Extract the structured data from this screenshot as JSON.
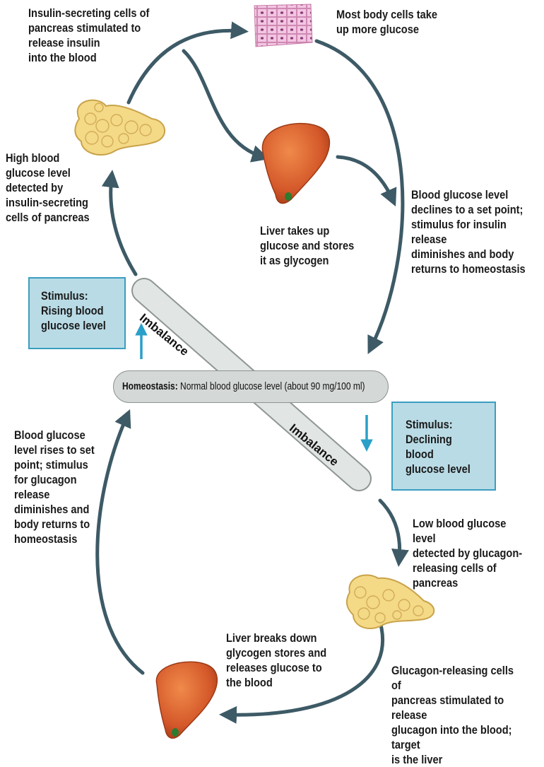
{
  "labels": {
    "insulin_secreting": "Insulin-secreting cells of\npancreas stimulated to\nrelease insulin\ninto the blood",
    "body_cells": "Most body cells take\nup more glucose",
    "high_detected": "High blood\nglucose level\ndetected by\ninsulin-secreting\ncells of pancreas",
    "liver_takes_up": "Liver takes up\nglucose and stores\nit as glycogen",
    "declines_set_point": "Blood glucose level\ndeclines to a set point;\nstimulus for insulin release\ndiminishes and body\nreturns to homeostasis",
    "rises_set_point": "Blood glucose\nlevel rises to set\npoint; stimulus\nfor glucagon\nrelease\ndiminishes and\nbody returns to\nhomeostasis",
    "low_detected": "Low blood glucose level\ndetected by glucagon-\nreleasing cells of pancreas",
    "liver_breaks_down": "Liver breaks down\nglycogen stores and\nreleases glucose to\nthe blood",
    "glucagon_releasing": "Glucagon-releasing cells of\npancreas stimulated to release\nglucagon into the blood; target\nis the liver"
  },
  "stimulus_rising": "Stimulus:\nRising blood\nglucose level",
  "stimulus_declining": "Stimulus:\nDeclining blood\nglucose level",
  "homeostasis": {
    "bold": "Homeostasis:",
    "text": " Normal blood glucose level (about 90 mg/100 ml)"
  },
  "imbalance_upper": "Imbalance",
  "imbalance_lower": "Imbalance",
  "colors": {
    "arrow": "#3d5a66",
    "stimulus_box": "#b9dbe6",
    "stimulus_border": "#3a9ec0",
    "liver": "#d9642c",
    "pancreas": "#f2d98a",
    "homeostasis_bar": "#d4d8d6"
  }
}
